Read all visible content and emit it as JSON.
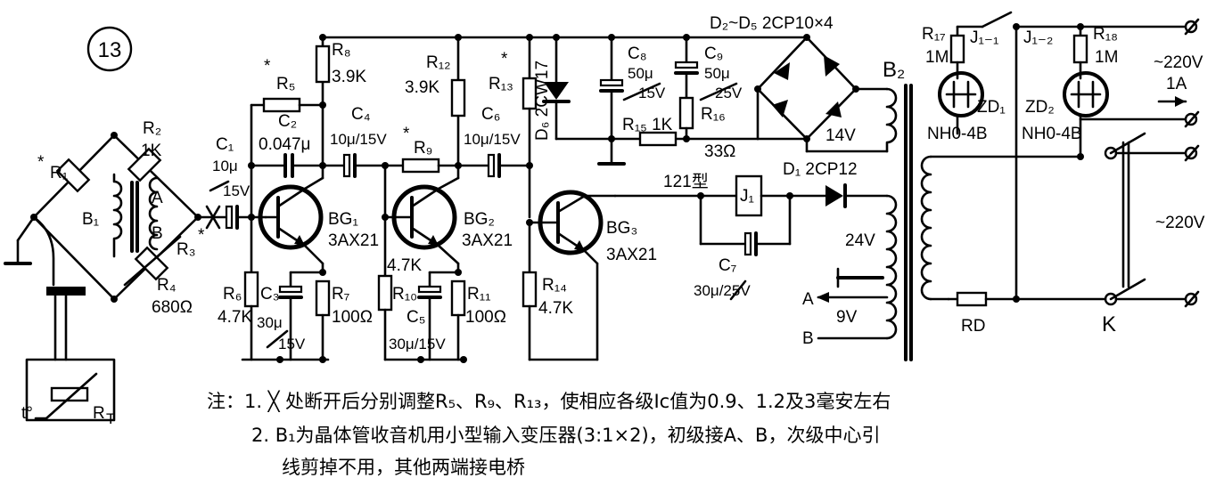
{
  "figure_number": "13",
  "components": {
    "r1": "R₁",
    "r2": "R₂",
    "r2_val": "1K",
    "r3": "R₃",
    "r4": "R₄",
    "r4_val": "680Ω",
    "rt": "R",
    "rt_sub": "T",
    "rt_temp": "t°",
    "b1": "B₁",
    "tap_a": "A",
    "tap_b": "B",
    "c1": "C₁",
    "c1_v1": "10μ",
    "c1_v2": "15V",
    "r5": "R₅",
    "c2": "C₂",
    "c2_val": "0.047μ",
    "r8": "R₈",
    "r8_val": "3.9K",
    "c4": "C₄",
    "c4_val": "10μ/15V",
    "r9": "R₉",
    "r12": "R₁₂",
    "r12_val": "3.9K",
    "c6": "C₆",
    "c6_val": "10μ/15V",
    "r13": "R₁₃",
    "bg1": "BG₁",
    "bg1_type": "3AX21",
    "bg2": "BG₂",
    "bg2_type": "3AX21",
    "bg3": "BG₃",
    "bg3_type": "3AX21",
    "r6": "R₆",
    "r6_val": "4.7K",
    "c3": "C₃",
    "c3_val": "30μ",
    "c3_volt": "15V",
    "r7": "R₇",
    "r7_val": "100Ω",
    "r10_val": "4.7K",
    "r10": "R₁₀",
    "c5": "C₅",
    "c5_val": "30μ/15V",
    "r11": "R₁₁",
    "r11_val": "100Ω",
    "r14": "R₁₄",
    "r14_val": "4.7K",
    "d6": "D₆ 2CW17",
    "c8": "C₈",
    "c8_v1": "50μ",
    "c8_v2": "15V",
    "c9": "C₉",
    "c9_v1": "50μ",
    "c9_v2": "25V",
    "r15": "R₁₅ 1K",
    "r16": "R₁₆",
    "r16_val": "33Ω",
    "bridge": "D₂~D₅ 2CP10×4",
    "v14": "14V",
    "relay_type": "121型",
    "j1": "J₁",
    "d1": "D₁ 2CP12",
    "c7": "C₇",
    "c7_val": "30μ/25V",
    "v24": "24V",
    "out_a": "A",
    "v9": "9V",
    "out_b": "B",
    "b2": "B₂",
    "r17": "R₁₇",
    "r17_val": "1M",
    "j11": "J₁₋₁",
    "j12": "J₁₋₂",
    "r18": "R₁₈",
    "r18_val": "1M",
    "zd1": "ZD₁",
    "zd2": "ZD₂",
    "nh1": "NH0-4B",
    "nh2": "NH0-4B",
    "ac_out": "~220V",
    "ac_out_i": "1A",
    "ac_in": "~220V",
    "rd": "RD",
    "k": "K",
    "star": "*"
  },
  "notes": {
    "line1": "注：1. ╳ 处断开后分别调整R₅、R₉、R₁₃，使相应各级Ic值为0.9、1.2及3毫安左右",
    "line2": "2. B₁为晶体管收音机用小型输入变压器(3:1×2)，初级接A、B，次级中心引",
    "line3": "线剪掉不用，其他两端接电桥"
  }
}
